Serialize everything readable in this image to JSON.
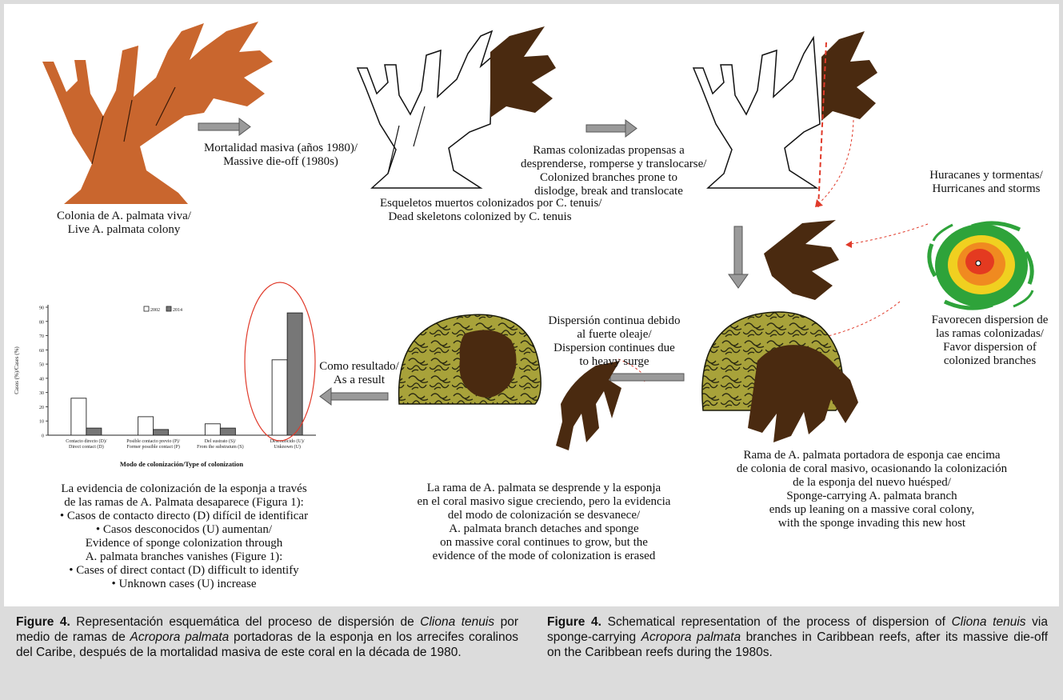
{
  "labels": {
    "live_colony": [
      "Colonia de A. palmata viva/",
      "Live A. palmata colony"
    ],
    "die_off": [
      "Mortalidad masiva (años 1980)/",
      "Massive die-off (1980s)"
    ],
    "dead_skeletons": [
      "Esqueletos muertos colonizados por C. tenuis/",
      "Dead skeletons colonized by C. tenuis"
    ],
    "branches_prone": [
      "Ramas colonizadas propensas a",
      "desprenderse, romperse y translocarse/",
      "Colonized branches prone to",
      "dislodge, break and translocate"
    ],
    "hurricanes": [
      "Huracanes y tormentas/",
      "Hurricanes and storms"
    ],
    "favor_dispersion": [
      "Favorecen dispersion de",
      "las ramas colonizadas/",
      "Favor dispersion of",
      "colonized branches"
    ],
    "branch_falls": [
      "Rama de A. palmata portadora de esponja cae encima",
      "de colonia de coral masivo, ocasionando la colonización",
      "de la esponja del nuevo huésped/",
      "Sponge-carrying A. palmata branch",
      "ends up leaning on a massive coral colony,",
      "with the sponge invading this new host"
    ],
    "dispersion_continues": [
      "Dispersión continua debido",
      "al fuerte oleaje/",
      "Dispersion continues due",
      "to heavy surge"
    ],
    "branch_detaches": [
      "La rama de A. palmata se desprende y la esponja",
      "en el coral masivo sigue creciendo, pero la evidencia",
      "del modo de colonización se desvanece/",
      "A. palmata branch detaches and sponge",
      "on massive coral continues to grow, but the",
      "evidence of the mode of colonization is erased"
    ],
    "as_result": [
      "Como resultado/",
      "As a result"
    ],
    "evidence": [
      "La evidencia de colonización de la esponja a través",
      "de las ramas de A. Palmata desaparece (Figura 1):",
      "• Casos de contacto directo (D) difícil de identificar",
      "• Casos desconocidos (U) aumentan/",
      "Evidence of sponge colonization through",
      "A. palmata branches vanishes (Figure 1):",
      "• Cases of direct contact (D) difficult to identify",
      "• Unknown cases (U) increase"
    ]
  },
  "chart_data": {
    "type": "bar",
    "ylabel": "Casos (%)/Cases (%)",
    "xlabel": "Modo de colonización/Type of colonization",
    "ylim": [
      0,
      90
    ],
    "yticks": [
      "0",
      "10",
      "20",
      "30",
      "40",
      "50",
      "60",
      "70",
      "80",
      "90"
    ],
    "categories": [
      [
        "Contacto directo (D)/",
        "Direct contact (D)"
      ],
      [
        "Posible contacto previo (P)/",
        "Former possible contact (P)"
      ],
      [
        "Del sustrato (S)/",
        "From the substratum (S)"
      ],
      [
        "Desconocido (U)/",
        "Unknown (U)"
      ]
    ],
    "series": [
      {
        "name": "2002",
        "values": [
          26,
          13,
          8,
          53
        ],
        "color": "#ffffff"
      },
      {
        "name": "2014",
        "values": [
          5,
          4,
          5,
          86
        ],
        "color": "#777777"
      }
    ],
    "legend": "top-center",
    "highlight": "Unknown (U)"
  },
  "caption_es": {
    "label": "Figure 4.",
    "parts": [
      " Representación esquemática del proceso de dispersión de ",
      "Cliona tenuis",
      " por medio de ramas de ",
      "Acropora palmata",
      " portadoras de la esponja en los arrecifes coralinos del Caribe, después de la mortalidad masiva de este coral en la década de 1980."
    ]
  },
  "caption_en": {
    "label": "Figure 4.",
    "parts": [
      " Schematical representation of the process of dispersion of ",
      "Cliona tenuis",
      " via sponge-carrying ",
      "Acropora palmata",
      " branches in Caribbean reefs, after its massive die-off on the Caribbean reefs during the 1980s."
    ]
  },
  "colors": {
    "live_coral": "#c9662e",
    "sponge": "#4a2a10",
    "massive_coral": "#a8a23a",
    "arrow": "#999999",
    "highlight": "#e03a2a"
  }
}
